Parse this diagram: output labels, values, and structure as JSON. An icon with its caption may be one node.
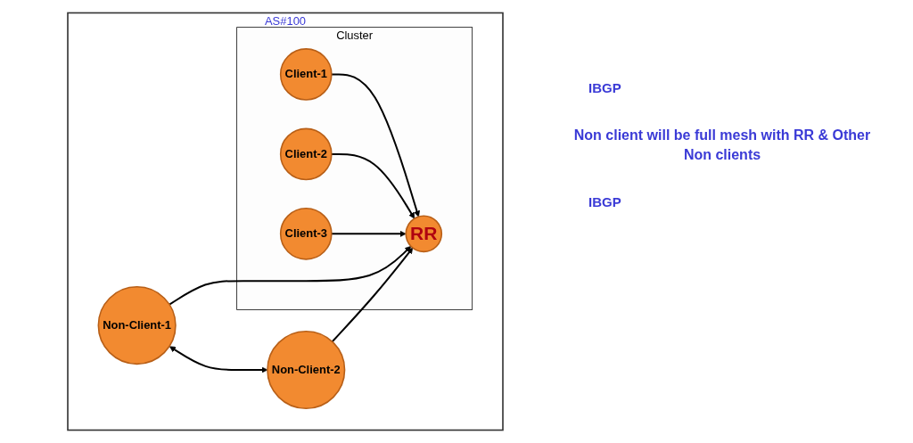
{
  "diagram": {
    "nodes": [
      {
        "text": [
          "AS#100"
        ]
      },
      {
        "text": [
          "Cluster"
        ],
        "in": 0
      },
      {
        "text": [
          "RR"
        ],
        "in": 1
      },
      {
        "text": [
          "Client-1"
        ],
        "in": 1
      },
      {
        "text": [
          "Client-2"
        ],
        "in": 1
      },
      {
        "text": [
          "Client-3"
        ],
        "in": 1
      },
      {
        "text": [
          "Non-Client-1"
        ],
        "in": 0
      },
      {
        "text": [
          "Non-Client-2"
        ],
        "in": 0
      }
    ],
    "edges": [
      {
        "from": 3,
        "to": 2,
        "arrow": "to"
      },
      {
        "from": 4,
        "to": 2,
        "arrow": "to"
      },
      {
        "from": 5,
        "to": 2,
        "arrow": "to"
      },
      {
        "from": 6,
        "to": 2,
        "arrow": "to"
      },
      {
        "from": 7,
        "to": 2,
        "arrow": "to"
      },
      {
        "from": 6,
        "to": 7,
        "arrow": "both"
      }
    ],
    "labels": [
      "IBGP",
      "Non client will be full mesh with RR & Other Non clients",
      "IBGP"
    ]
  }
}
